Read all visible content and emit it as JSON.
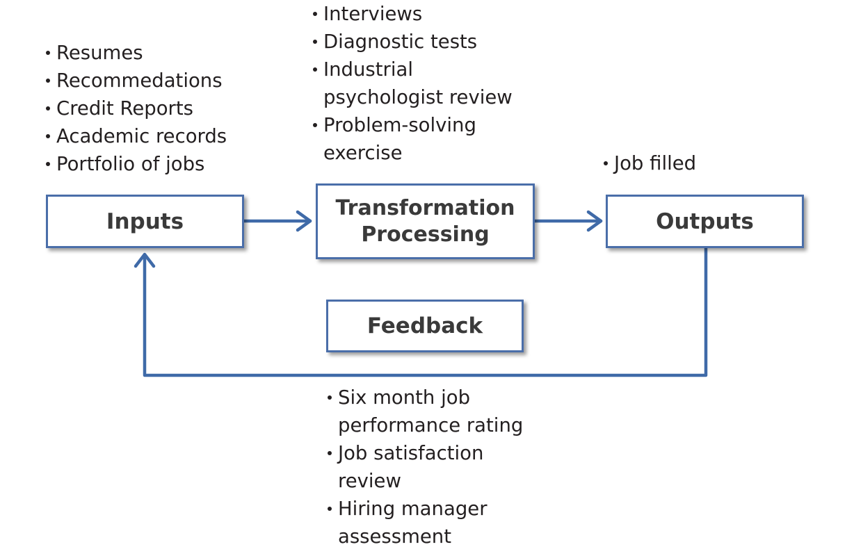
{
  "boxes": {
    "inputs": "Inputs",
    "transformation": "Transformation\nProcessing",
    "outputs": "Outputs",
    "feedback": "Feedback"
  },
  "inputs_list": [
    "Resumes",
    "Recommedations",
    "Credit Reports",
    "Academic records",
    "Portfolio of jobs"
  ],
  "transformation_list": [
    "Interviews",
    "Diagnostic tests",
    "Industrial\npsychologist review",
    "Problem-solving\nexercise"
  ],
  "outputs_list": [
    "Job filled"
  ],
  "feedback_list": [
    "Six month job\nperformance rating",
    "Job satisfaction\nreview",
    "Hiring manager\nassessment"
  ],
  "colors": {
    "box_border": "#4a6ea9",
    "connector": "#3f6aa8",
    "text": "#231f20",
    "box_text": "#3a3a3a"
  }
}
